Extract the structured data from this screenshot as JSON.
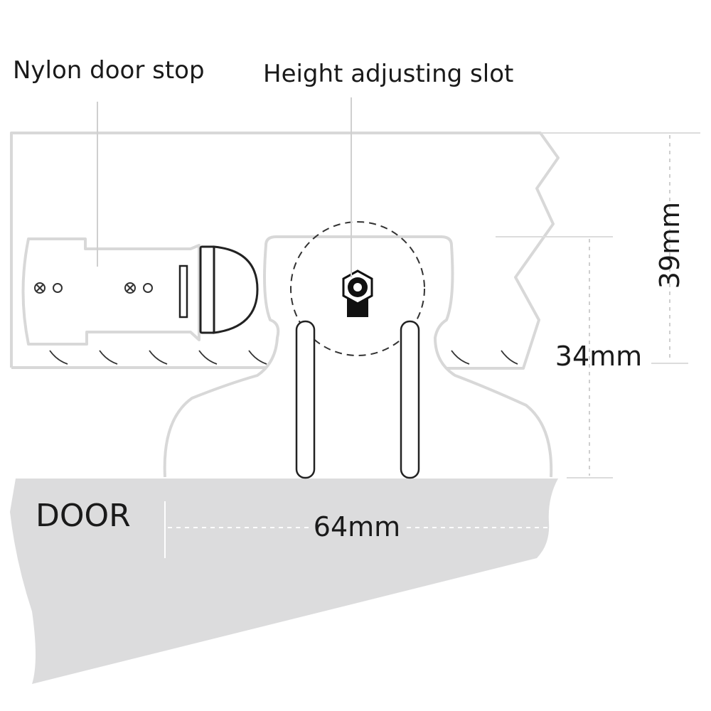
{
  "labels": {
    "nylon_stop": "Nylon door stop",
    "height_slot": "Height adjusting slot",
    "door": "DOOR"
  },
  "dimensions": {
    "depth_total": "39mm",
    "depth_inner": "34mm",
    "width": "64mm"
  },
  "colors": {
    "outline": "#d8d8d8",
    "door_fill": "#dcdcdd",
    "ink": "#1a1a1a",
    "dim_line": "#d4d4d4",
    "grab_bar": "#222222"
  }
}
